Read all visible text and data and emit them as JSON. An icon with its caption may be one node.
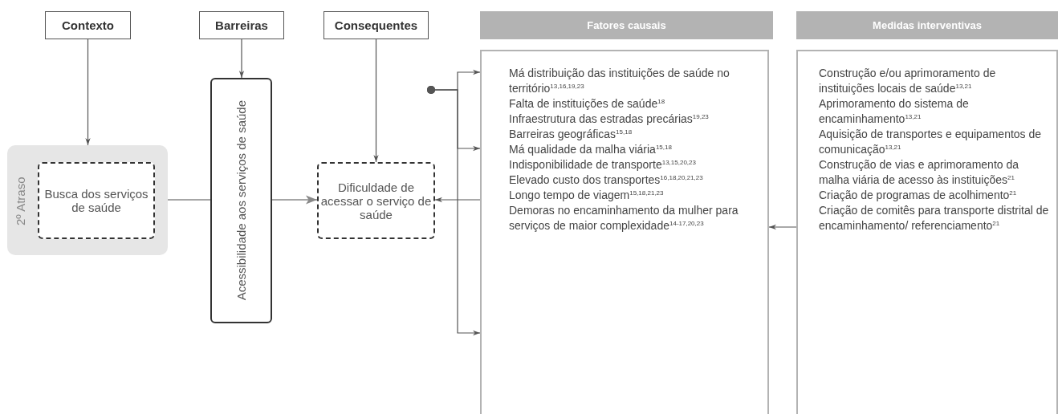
{
  "diagram": {
    "nodes": [
      {
        "text": [
          "Contexto"
        ]
      },
      {
        "text": [
          "Barreiras"
        ]
      },
      {
        "text": [
          "Consequentes"
        ]
      },
      {
        "text": [
          "Fatores causais"
        ]
      },
      {
        "text": [
          "Medidas interventivas"
        ]
      },
      {
        "text": [
          "2º Atraso"
        ]
      },
      {
        "text": [
          "Busca dos serviços de saúde"
        ],
        "in": 5
      },
      {
        "text": [
          "Acessibilidade aos serviços de saúde"
        ]
      },
      {
        "text": [
          "Dificuldade de acessar o serviço de saúde"
        ]
      },
      {
        "text": [
          "Má distribuição das instituições de saúde no território$^{13,16,19,23}$",
          "Falta de instituições de saúde$^{18}$",
          "Infraestrutura das estradas precárias$^{19,23}$",
          "Barreiras geográficas$^{15,18}$",
          "Má qualidade da malha viária$^{15,18}$",
          "Indisponibilidade de transporte$^{13,15,20,23}$",
          "Elevado custo dos transportes$^{16,18,20,21,23}$",
          "Longo tempo de viagem$^{15,18,21,23}$",
          "Demoras no encaminhamento da mulher para serviços de maior complexidade$^{14-17,20,23}$"
        ]
      },
      {
        "text": [
          "Construção e/ou aprimoramento de instituições locais de saúde$^{13,21}$",
          "Aprimoramento do sistema de encaminhamento$^{13,21}$",
          "Aquisição de transportes e equipamentos de comunicação$^{13,21}$",
          "Construção de vias e aprimoramento da malha viária de acesso às instituições$^{21}$",
          "Criação de programas de acolhimento$^{21}$",
          "Criação de comitês para transporte distrital de encaminhamento/ referenciamento$^{21}$"
        ]
      }
    ],
    "edges": [
      {
        "from": 0,
        "to": 5,
        "arrow": "to"
      },
      {
        "from": 1,
        "to": 7,
        "arrow": "to"
      },
      {
        "from": 2,
        "to": 8,
        "arrow": "to"
      },
      {
        "from": 5,
        "to": 7,
        "arrow": "none",
        "color": "#888888"
      },
      {
        "from": 7,
        "to": 8,
        "arrow": "to",
        "color": "#888888"
      },
      {
        "from": null,
        "to": 9,
        "arrow": "to"
      },
      {
        "from": null,
        "to": 9,
        "arrow": "to"
      },
      {
        "from": null,
        "to": 9,
        "arrow": "to"
      },
      {
        "from": 9,
        "to": 8,
        "arrow": "to"
      },
      {
        "from": 10,
        "to": 9,
        "arrow": "to"
      }
    ]
  }
}
